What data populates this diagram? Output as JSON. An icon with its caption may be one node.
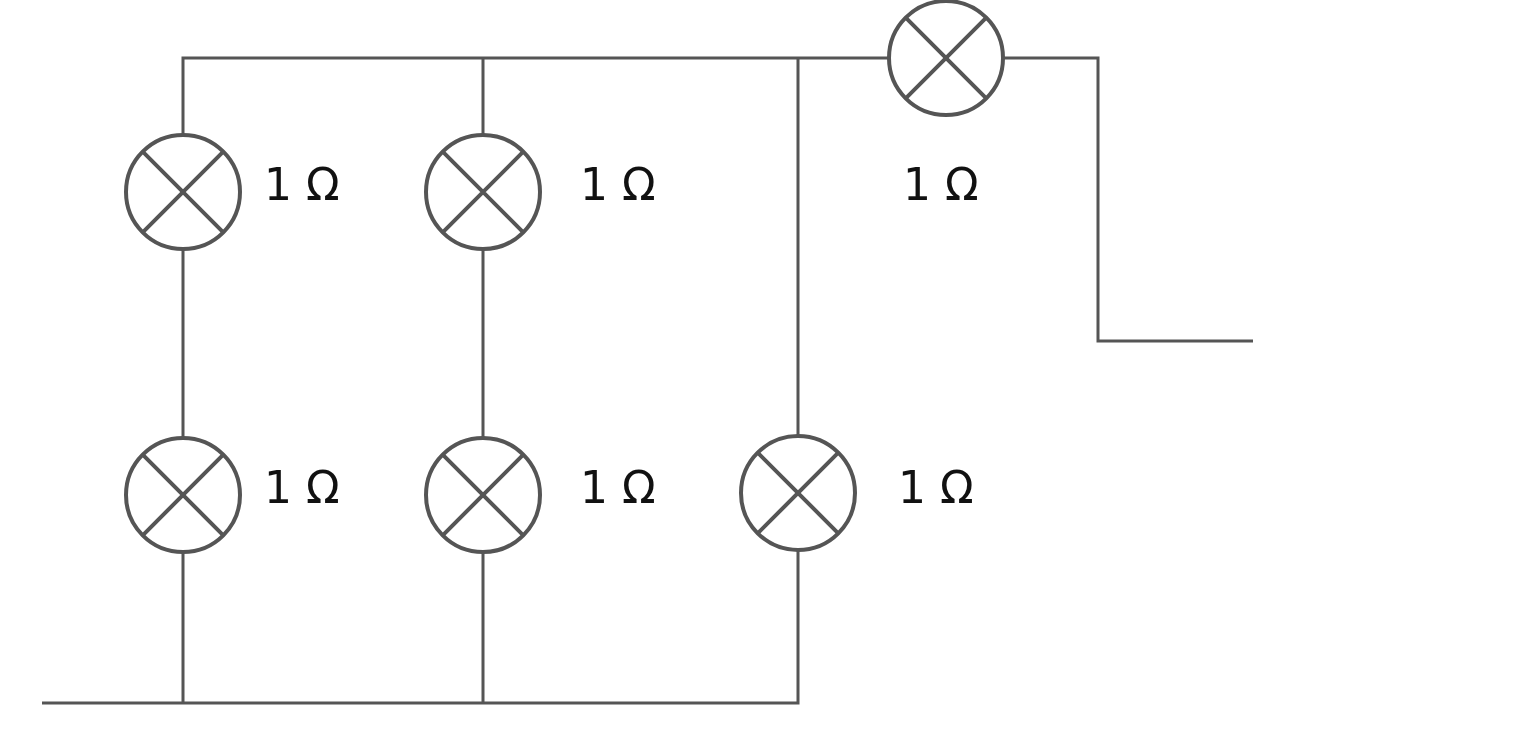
{
  "diagram": {
    "labels": [
      "1 Ω",
      "1 Ω",
      "1 Ω",
      "1 Ω",
      "1 Ω",
      "1 Ω"
    ]
  }
}
